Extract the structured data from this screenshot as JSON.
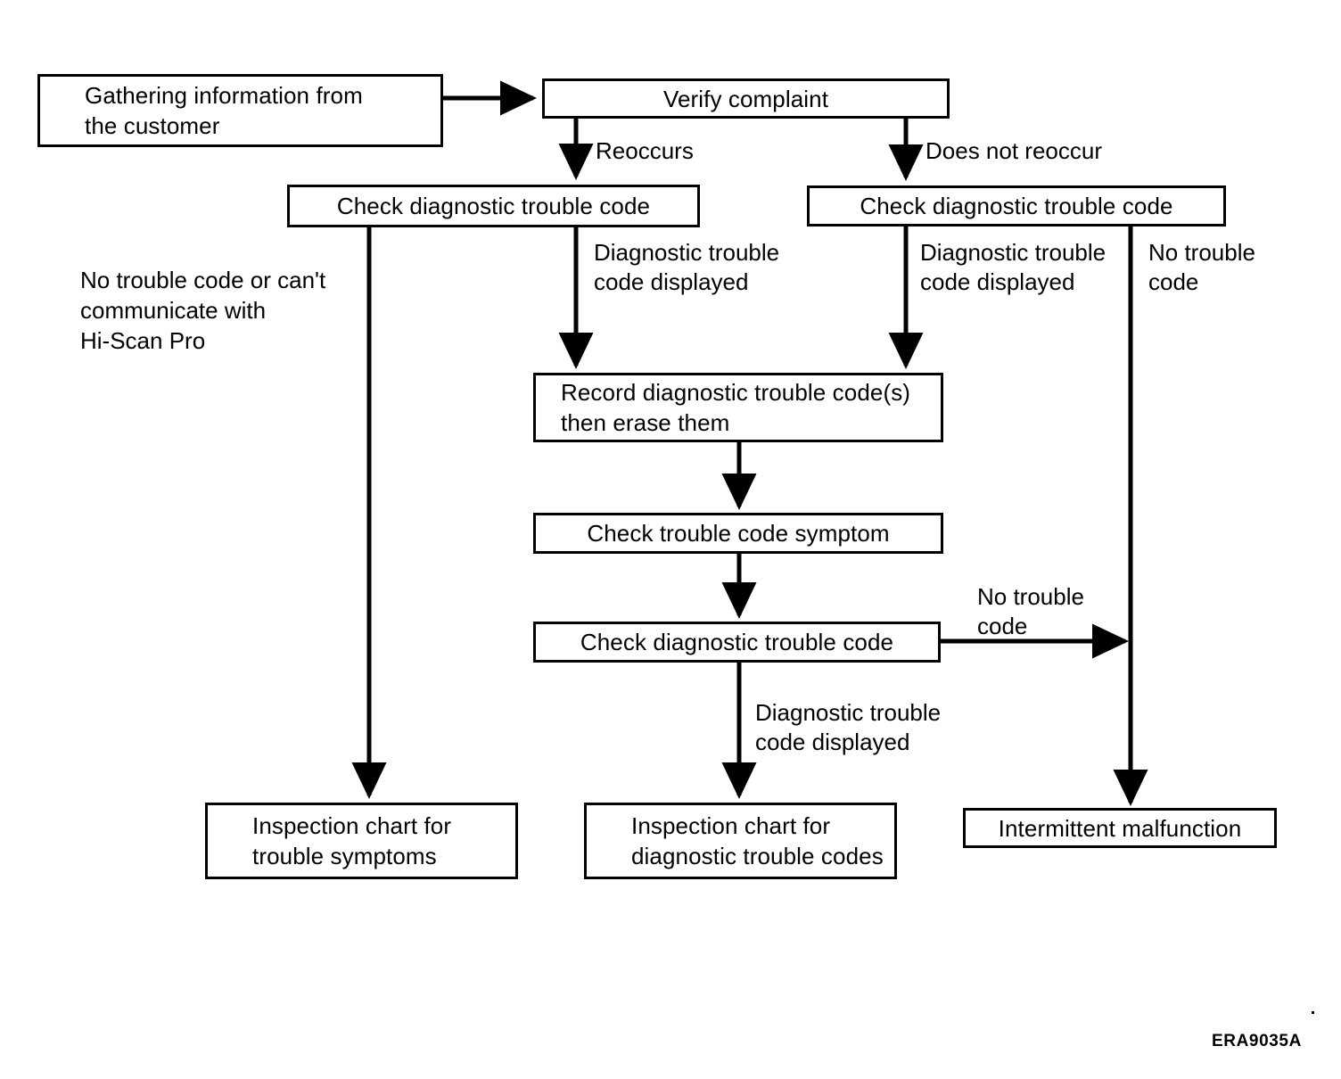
{
  "figure": {
    "code": "ERA9035A",
    "type": "flowchart",
    "background_color": "#ffffff",
    "line_color": "#000000"
  },
  "nodes": [
    {
      "id": "gathering-information",
      "lines": [
        "Gathering information from",
        "the customer"
      ],
      "align": "left"
    },
    {
      "id": "verify-complaint",
      "lines": [
        "Verify complaint"
      ],
      "align": "center"
    },
    {
      "id": "check-dtc-left",
      "lines": [
        "Check diagnostic trouble code"
      ],
      "align": "center"
    },
    {
      "id": "check-dtc-right",
      "lines": [
        "Check diagnostic trouble code"
      ],
      "align": "center"
    },
    {
      "id": "record-dtc",
      "lines": [
        "Record diagnostic trouble code(s)",
        "then erase them"
      ],
      "align": "left"
    },
    {
      "id": "check-trouble-code-symptom",
      "lines": [
        "Check trouble code symptom"
      ],
      "align": "center"
    },
    {
      "id": "check-dtc-lower",
      "lines": [
        "Check diagnostic trouble code"
      ],
      "align": "center"
    },
    {
      "id": "inspection-chart-symptoms",
      "lines": [
        "Inspection chart for",
        "trouble symptoms"
      ],
      "align": "left"
    },
    {
      "id": "inspection-chart-codes",
      "lines": [
        "Inspection chart for",
        "diagnostic trouble codes"
      ],
      "align": "left"
    },
    {
      "id": "intermittent-malfunction",
      "lines": [
        "Intermittent malfunction"
      ],
      "align": "center"
    }
  ],
  "edge_labels": [
    {
      "id": "reoccurs",
      "lines": [
        "Reoccurs"
      ]
    },
    {
      "id": "does-not-reoccur",
      "lines": [
        "Does not reoccur"
      ]
    },
    {
      "id": "dtc-displayed-left",
      "lines": [
        "Diagnostic trouble",
        "code displayed"
      ]
    },
    {
      "id": "dtc-displayed-right",
      "lines": [
        "Diagnostic trouble",
        "code displayed"
      ]
    },
    {
      "id": "no-trouble-code-right",
      "lines": [
        "No trouble",
        "code"
      ]
    },
    {
      "id": "no-trouble-code-mid",
      "lines": [
        "No trouble",
        "code"
      ]
    },
    {
      "id": "dtc-displayed-lower",
      "lines": [
        "Diagnostic trouble",
        "code displayed"
      ]
    },
    {
      "id": "no-code-or-cant-communicate",
      "lines": [
        "No trouble code or can't",
        "communicate with",
        "Hi-Scan Pro"
      ]
    }
  ]
}
